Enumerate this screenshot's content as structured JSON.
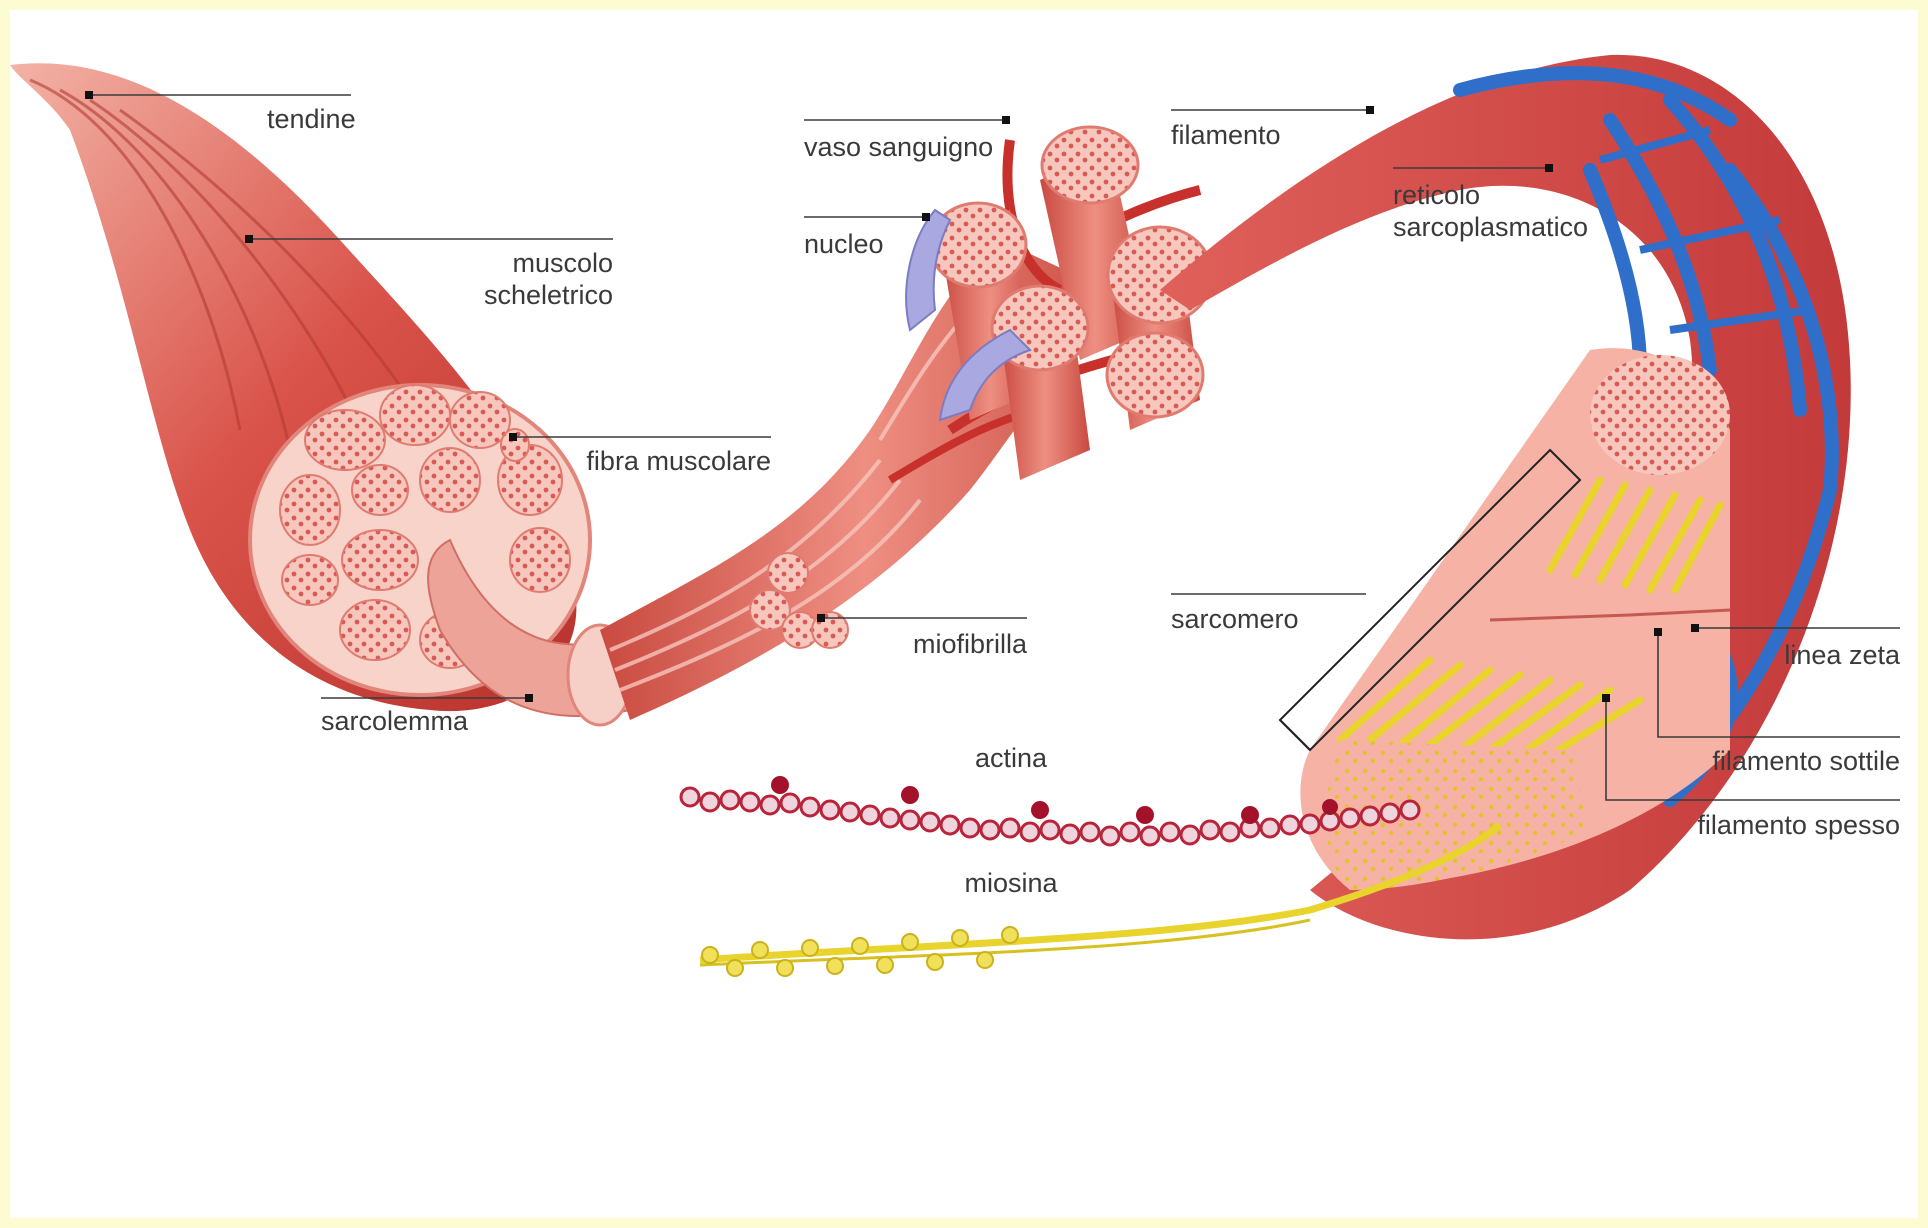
{
  "labels": {
    "tendine": "tendine",
    "muscolo_line1": "muscolo",
    "muscolo_line2": "scheletrico",
    "fibra_muscolare": "fibra muscolare",
    "sarcolemma": "sarcolemma",
    "vaso_sanguigno": "vaso sanguigno",
    "nucleo": "nucleo",
    "miofibrilla": "miofibrilla",
    "filamento": "filamento",
    "reticolo_line1": "reticolo",
    "reticolo_line2": "sarcoplasmatico",
    "sarcomero": "sarcomero",
    "linea_zeta": "linea zeta",
    "filamento_sottile": "filamento sottile",
    "filamento_spesso": "filamento spesso",
    "actina": "actina",
    "miosina": "miosina"
  },
  "colors": {
    "muscle_red": "#d9534a",
    "muscle_light": "#f2a79c",
    "fiber_pink": "#f7c6bd",
    "vessel_blue": "#2f6fc9",
    "nucleus_lavender": "#a9a8e0",
    "thick_yellow": "#e8d42c",
    "actin_red": "#b8243a",
    "page_border": "#fdfbd2"
  }
}
